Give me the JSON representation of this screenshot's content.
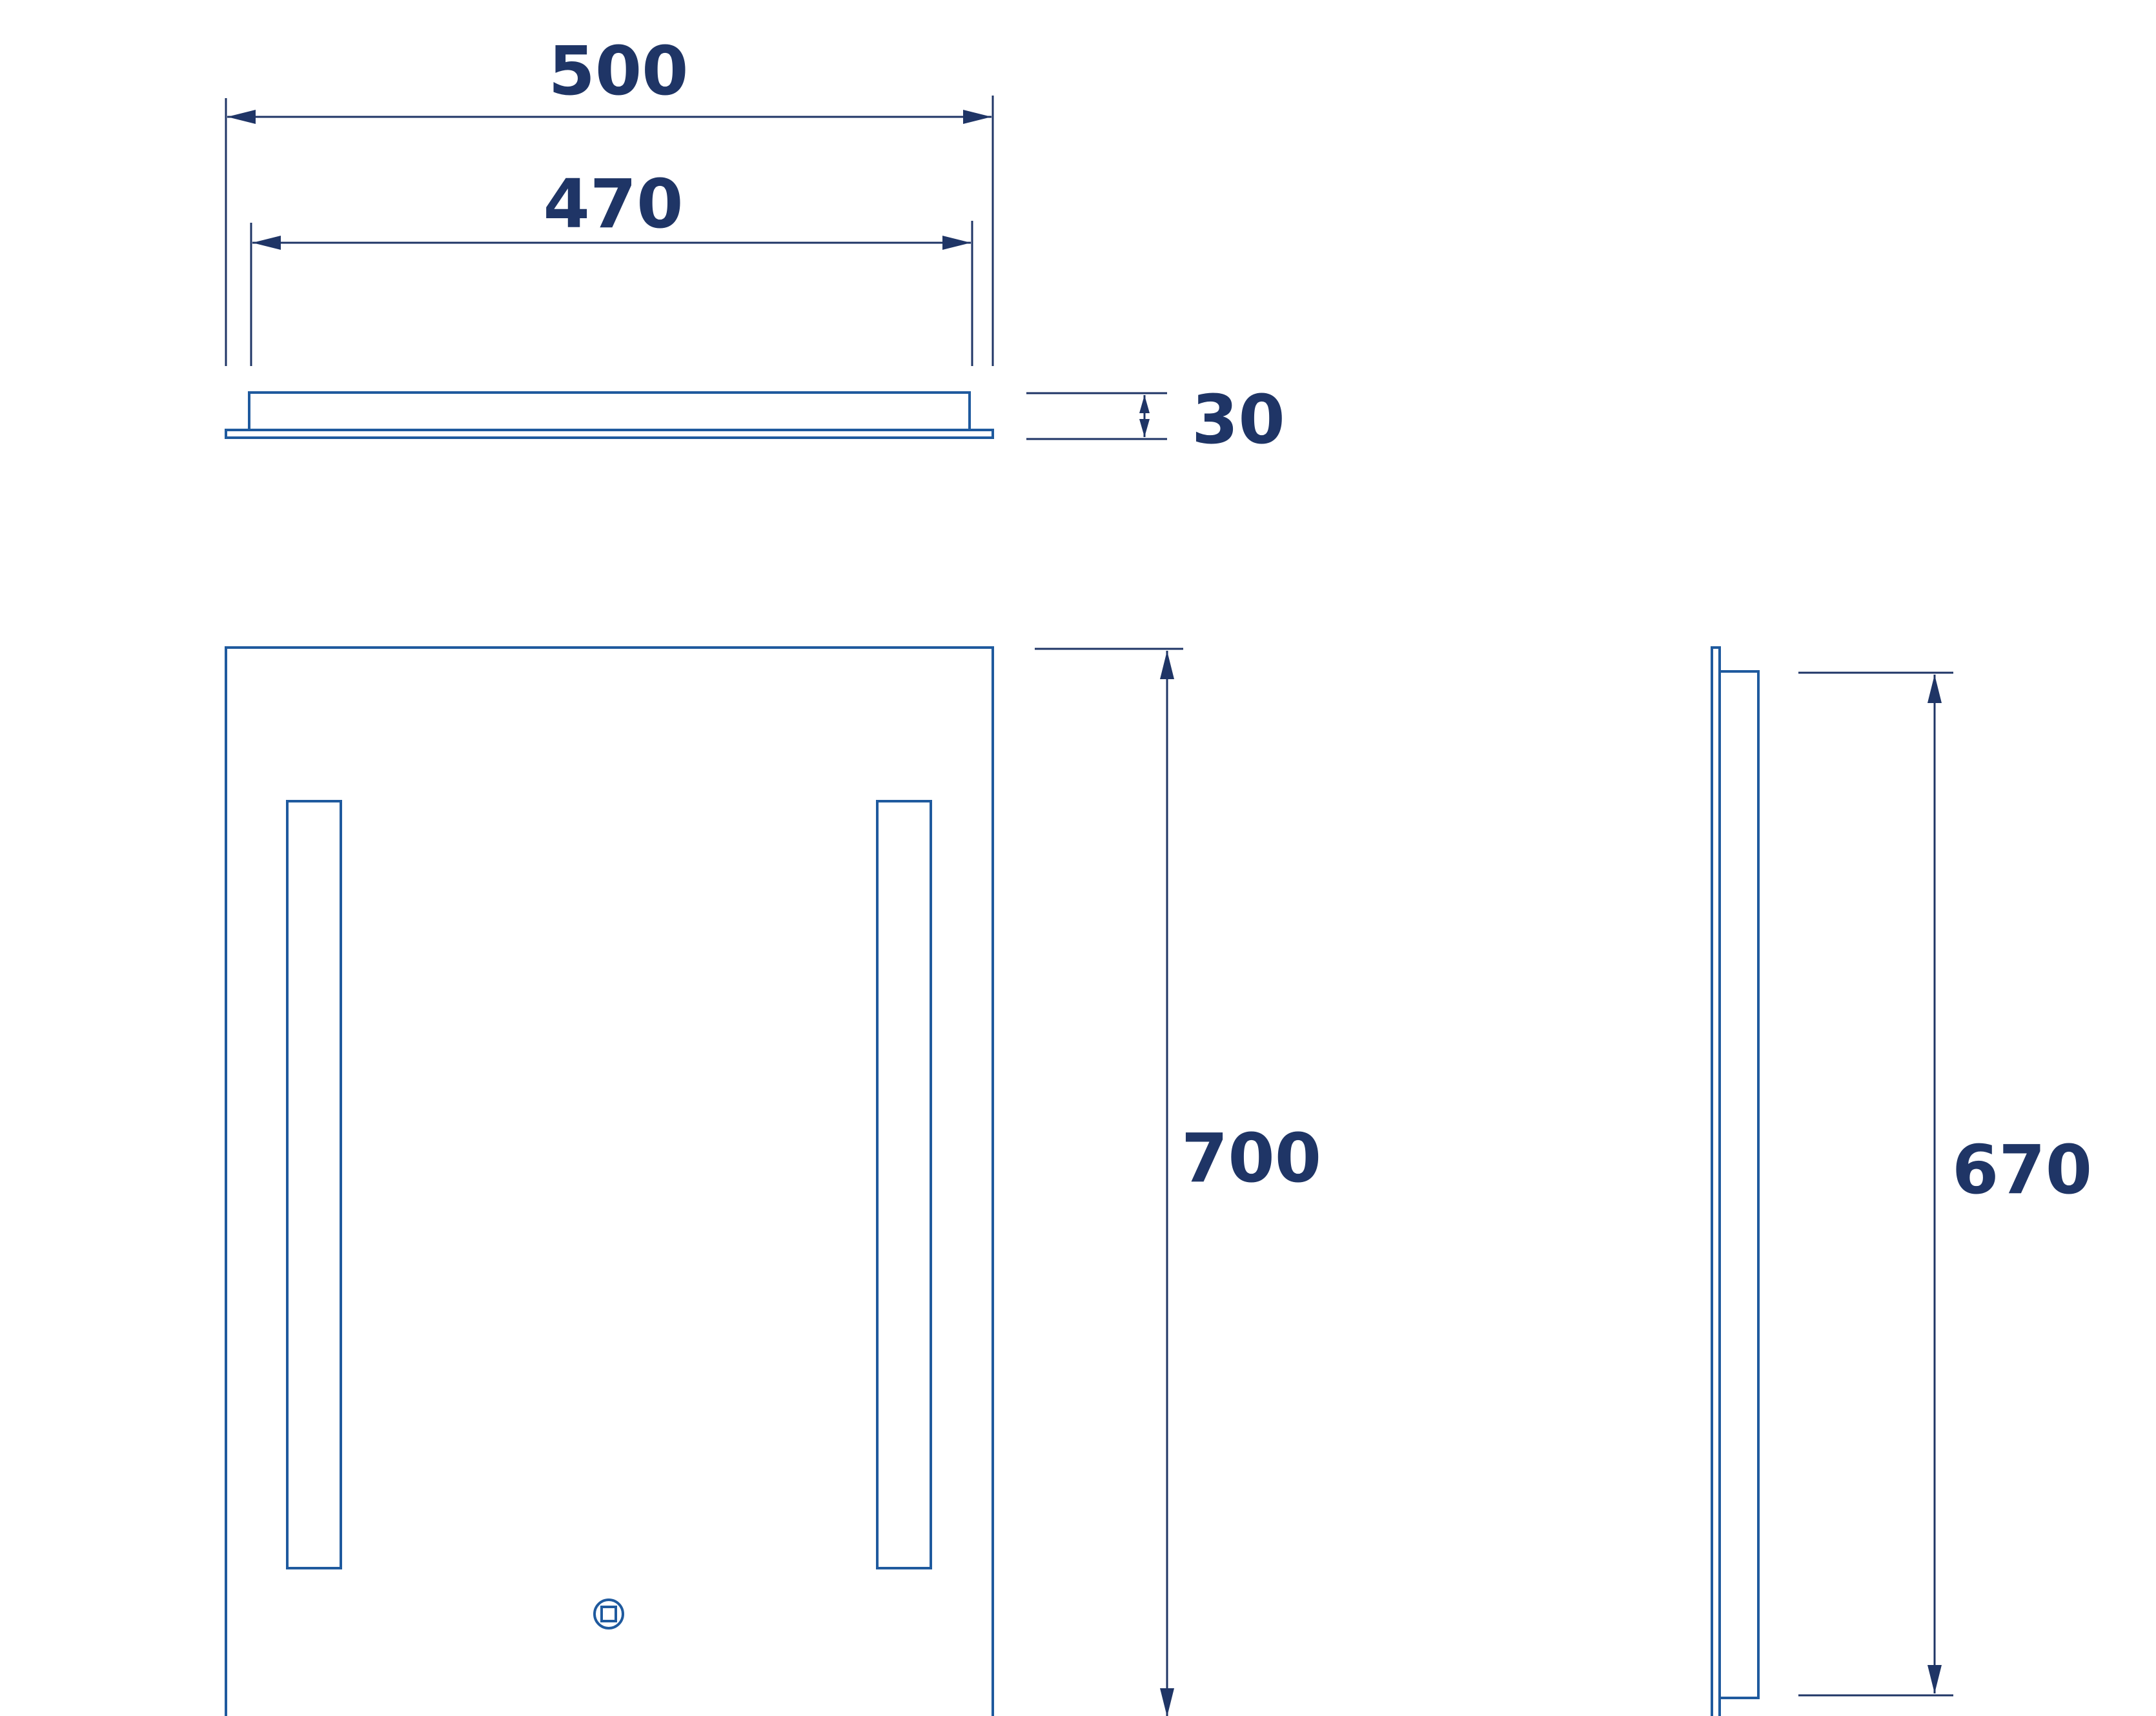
{
  "colors": {
    "outline": "#1f5a9e",
    "dimension": "#1f3566",
    "background": "#ffffff"
  },
  "dimensions": {
    "overall_width": "500",
    "inner_width": "470",
    "depth": "30",
    "overall_height": "700",
    "inner_height": "670"
  },
  "icons": {
    "touch_switch": "touch-switch-icon"
  }
}
